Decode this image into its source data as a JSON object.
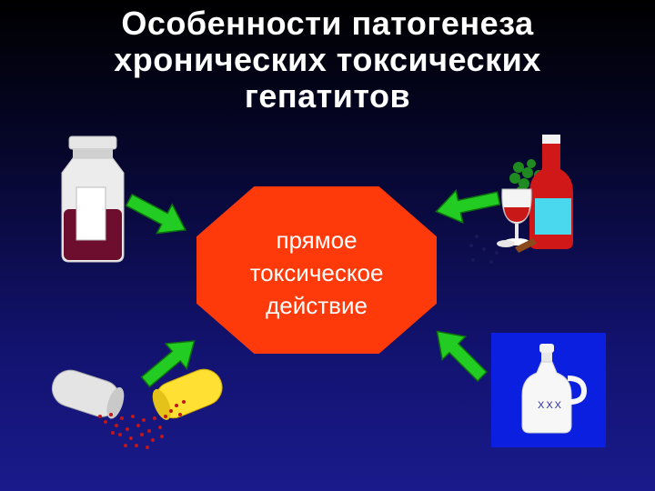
{
  "slide": {
    "title_lines": [
      "Особенности патогенеза",
      "хронических токсических",
      "гепатитов"
    ],
    "center_lines": [
      "прямое",
      "токсическое",
      "действие"
    ],
    "jug_label": "XXX"
  },
  "colors": {
    "background": "#12126e",
    "octagon": "#ff3a0a",
    "arrow": "#22cc22",
    "text": "#ffffff"
  }
}
